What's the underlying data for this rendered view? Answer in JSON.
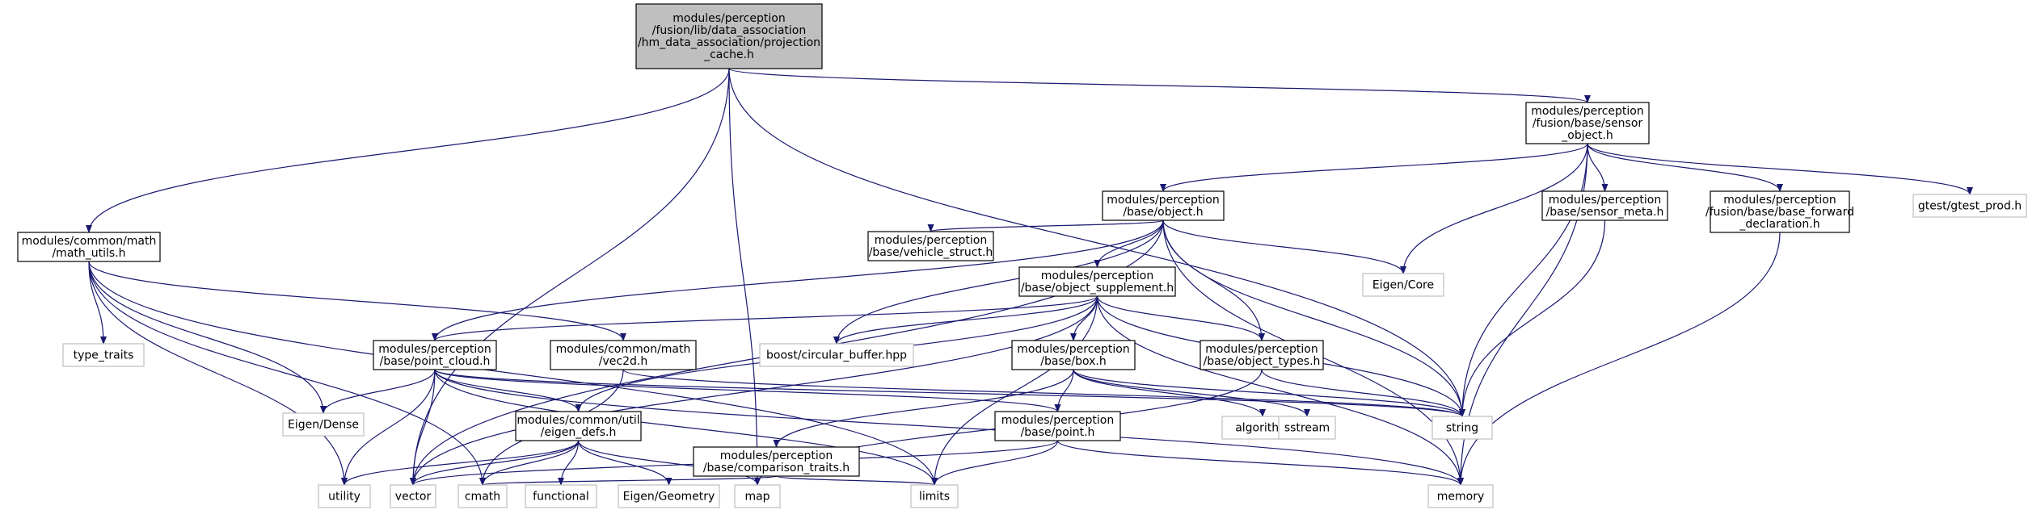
{
  "graph": {
    "nodes": [
      {
        "id": "root",
        "lines": [
          "modules/perception",
          "/fusion/lib/data_association",
          "/hm_data_association/projection",
          "_cache.h"
        ],
        "style": "root"
      },
      {
        "id": "sensor_object",
        "lines": [
          "modules/perception",
          "/fusion/base/sensor",
          "_object.h"
        ],
        "style": "internal"
      },
      {
        "id": "object",
        "lines": [
          "modules/perception",
          "/base/object.h"
        ],
        "style": "internal"
      },
      {
        "id": "math_utils",
        "lines": [
          "modules/common/math",
          "/math_utils.h"
        ],
        "style": "internal"
      },
      {
        "id": "sensor_meta",
        "lines": [
          "modules/perception",
          "/base/sensor_meta.h"
        ],
        "style": "internal"
      },
      {
        "id": "base_fwd",
        "lines": [
          "modules/perception",
          "/fusion/base/base_forward",
          "_declaration.h"
        ],
        "style": "internal"
      },
      {
        "id": "gtest",
        "lines": [
          "gtest/gtest_prod.h"
        ],
        "style": "external"
      },
      {
        "id": "vehicle_struct",
        "lines": [
          "modules/perception",
          "/base/vehicle_struct.h"
        ],
        "style": "internal"
      },
      {
        "id": "object_supplement",
        "lines": [
          "modules/perception",
          "/base/object_supplement.h"
        ],
        "style": "internal"
      },
      {
        "id": "eigen_core",
        "lines": [
          "Eigen/Core"
        ],
        "style": "external"
      },
      {
        "id": "type_traits",
        "lines": [
          "type_traits"
        ],
        "style": "external"
      },
      {
        "id": "boost_cb",
        "lines": [
          "boost/circular_buffer.hpp"
        ],
        "style": "external"
      },
      {
        "id": "point_cloud",
        "lines": [
          "modules/perception",
          "/base/point_cloud.h"
        ],
        "style": "internal"
      },
      {
        "id": "vec2d",
        "lines": [
          "modules/common/math",
          "/vec2d.h"
        ],
        "style": "internal"
      },
      {
        "id": "box",
        "lines": [
          "modules/perception",
          "/base/box.h"
        ],
        "style": "internal"
      },
      {
        "id": "object_types",
        "lines": [
          "modules/perception",
          "/base/object_types.h"
        ],
        "style": "internal"
      },
      {
        "id": "eigen_dense",
        "lines": [
          "Eigen/Dense"
        ],
        "style": "external"
      },
      {
        "id": "eigen_defs",
        "lines": [
          "modules/common/util",
          "/eigen_defs.h"
        ],
        "style": "internal"
      },
      {
        "id": "comparison_traits",
        "lines": [
          "modules/perception",
          "/base/comparison_traits.h"
        ],
        "style": "internal"
      },
      {
        "id": "point",
        "lines": [
          "modules/perception",
          "/base/point.h"
        ],
        "style": "internal"
      },
      {
        "id": "algorithm",
        "lines": [
          "algorithm"
        ],
        "style": "external"
      },
      {
        "id": "sstream",
        "lines": [
          "sstream"
        ],
        "style": "external"
      },
      {
        "id": "string",
        "lines": [
          "string"
        ],
        "style": "external"
      },
      {
        "id": "utility",
        "lines": [
          "utility"
        ],
        "style": "external"
      },
      {
        "id": "vector",
        "lines": [
          "vector"
        ],
        "style": "external"
      },
      {
        "id": "cmath",
        "lines": [
          "cmath"
        ],
        "style": "external"
      },
      {
        "id": "functional",
        "lines": [
          "functional"
        ],
        "style": "external"
      },
      {
        "id": "eigen_geometry",
        "lines": [
          "Eigen/Geometry"
        ],
        "style": "external"
      },
      {
        "id": "map",
        "lines": [
          "map"
        ],
        "style": "external"
      },
      {
        "id": "limits",
        "lines": [
          "limits"
        ],
        "style": "external"
      },
      {
        "id": "memory",
        "lines": [
          "memory"
        ],
        "style": "external"
      }
    ],
    "edges": [
      [
        "root",
        "sensor_object"
      ],
      [
        "root",
        "math_utils"
      ],
      [
        "root",
        "vector"
      ],
      [
        "root",
        "map"
      ],
      [
        "root",
        "string"
      ],
      [
        "sensor_object",
        "object"
      ],
      [
        "sensor_object",
        "sensor_meta"
      ],
      [
        "sensor_object",
        "base_fwd"
      ],
      [
        "sensor_object",
        "gtest"
      ],
      [
        "sensor_object",
        "eigen_core"
      ],
      [
        "sensor_object",
        "string"
      ],
      [
        "sensor_object",
        "memory"
      ],
      [
        "object",
        "vehicle_struct"
      ],
      [
        "object",
        "object_supplement"
      ],
      [
        "object",
        "eigen_core"
      ],
      [
        "object",
        "boost_cb"
      ],
      [
        "object",
        "point_cloud"
      ],
      [
        "object",
        "object_types"
      ],
      [
        "object",
        "string"
      ],
      [
        "object",
        "memory"
      ],
      [
        "object",
        "vector"
      ],
      [
        "math_utils",
        "type_traits"
      ],
      [
        "math_utils",
        "vec2d"
      ],
      [
        "math_utils",
        "eigen_dense"
      ],
      [
        "math_utils",
        "utility"
      ],
      [
        "math_utils",
        "cmath"
      ],
      [
        "math_utils",
        "limits"
      ],
      [
        "object_supplement",
        "boost_cb"
      ],
      [
        "object_supplement",
        "point_cloud"
      ],
      [
        "object_supplement",
        "box"
      ],
      [
        "object_supplement",
        "object_types"
      ],
      [
        "object_supplement",
        "eigen_defs"
      ],
      [
        "object_supplement",
        "string"
      ],
      [
        "object_supplement",
        "limits"
      ],
      [
        "object_supplement",
        "memory"
      ],
      [
        "object_supplement",
        "vector"
      ],
      [
        "point_cloud",
        "eigen_dense"
      ],
      [
        "point_cloud",
        "eigen_defs"
      ],
      [
        "point_cloud",
        "point"
      ],
      [
        "point_cloud",
        "utility"
      ],
      [
        "point_cloud",
        "vector"
      ],
      [
        "point_cloud",
        "limits"
      ],
      [
        "point_cloud",
        "string"
      ],
      [
        "point_cloud",
        "memory"
      ],
      [
        "vec2d",
        "cmath"
      ],
      [
        "vec2d",
        "string"
      ],
      [
        "box",
        "comparison_traits"
      ],
      [
        "box",
        "point"
      ],
      [
        "box",
        "algorithm"
      ],
      [
        "box",
        "sstream"
      ],
      [
        "box",
        "string"
      ],
      [
        "object_types",
        "string"
      ],
      [
        "object_types",
        "map"
      ],
      [
        "eigen_defs",
        "utility"
      ],
      [
        "eigen_defs",
        "vector"
      ],
      [
        "eigen_defs",
        "cmath"
      ],
      [
        "eigen_defs",
        "functional"
      ],
      [
        "eigen_defs",
        "eigen_geometry"
      ],
      [
        "eigen_defs",
        "map"
      ],
      [
        "comparison_traits",
        "cmath"
      ],
      [
        "comparison_traits",
        "limits"
      ],
      [
        "point",
        "vector"
      ],
      [
        "point",
        "limits"
      ],
      [
        "point",
        "memory"
      ],
      [
        "sensor_meta",
        "string"
      ],
      [
        "base_fwd",
        "memory"
      ]
    ]
  },
  "colors": {
    "edge": "#191970",
    "arrow": "#191970",
    "node_border": "#000000",
    "external_border": "#bfbfbf",
    "root_fill": "#bfbfbf",
    "node_fill": "#ffffff"
  }
}
